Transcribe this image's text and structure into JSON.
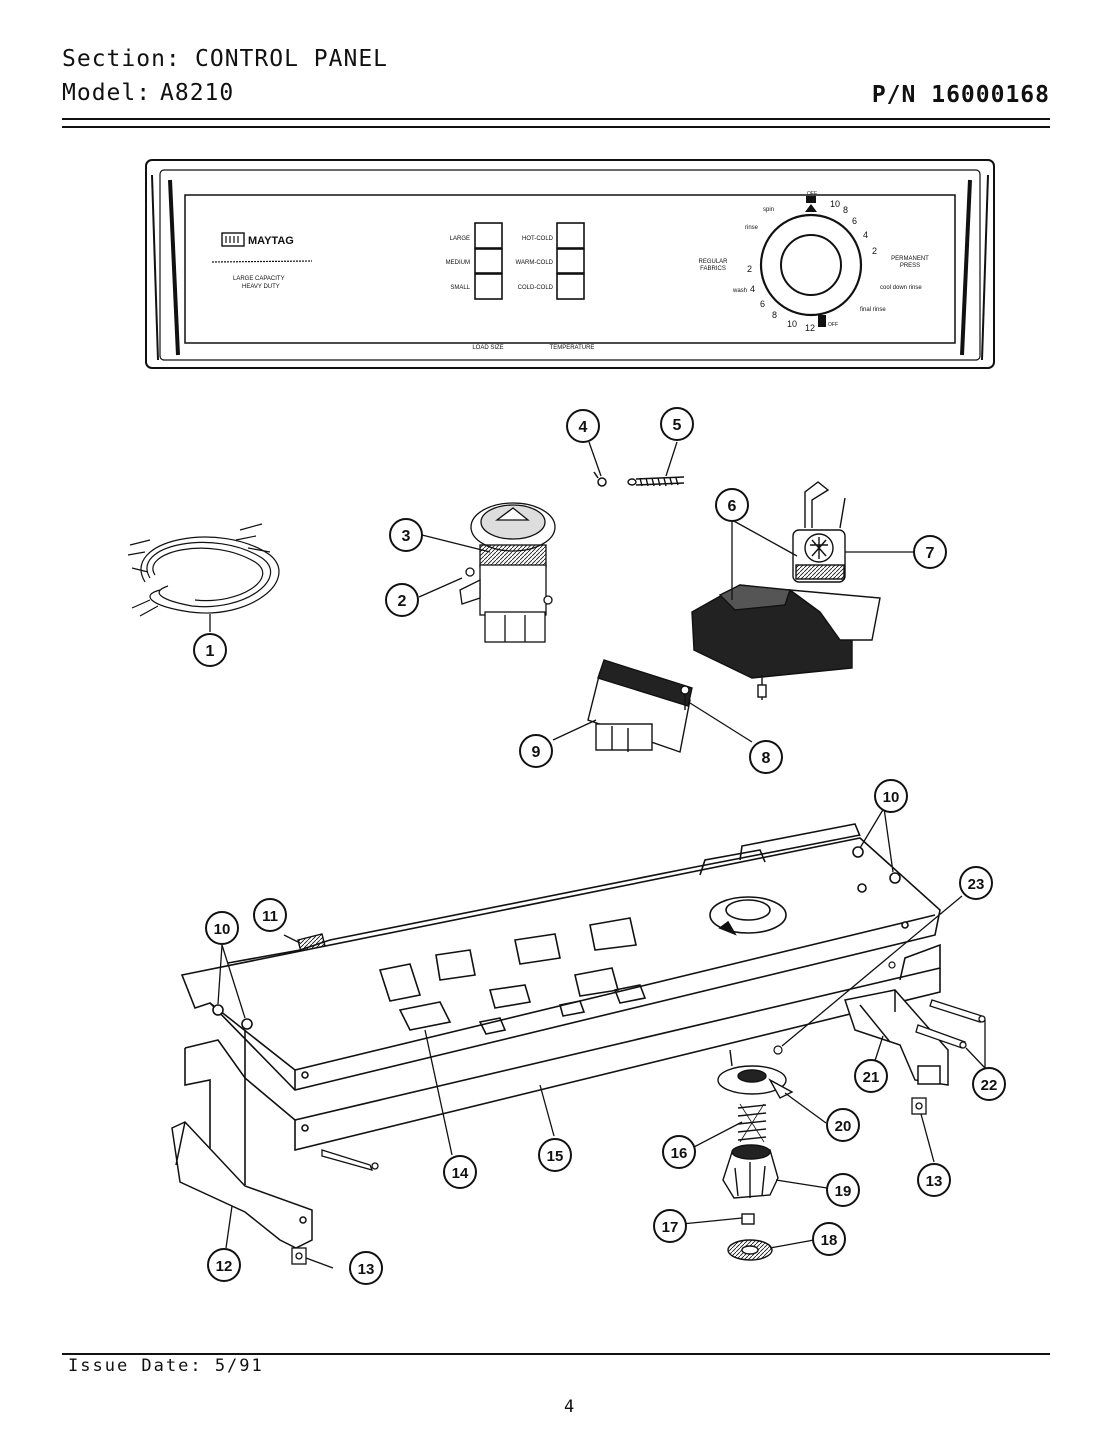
{
  "header": {
    "section_label": "Section:",
    "section_value": "CONTROL PANEL",
    "model_label": "Model:",
    "model_value": "A8210",
    "part_number": "P/N 16000168"
  },
  "panel": {
    "brand": "MAYTAG",
    "subtitle_1": "LARGE CAPACITY",
    "subtitle_2": "HEAVY DUTY",
    "load_sizes": [
      "LARGE",
      "MEDIUM",
      "SMALL"
    ],
    "temperatures": [
      "HOT-COLD",
      "WARM-COLD",
      "COLD-COLD"
    ],
    "load_size_caption": "LOAD SIZE",
    "temperature_caption": "TEMPERATURE",
    "dial": {
      "off_top": "OFF",
      "off_bottom": "OFF",
      "left_label_1": "REGULAR",
      "left_label_2": "FABRICS",
      "right_label_1": "PERMANENT",
      "right_label_2": "PRESS",
      "rinse": "rinse",
      "spin": "spin",
      "wash": "wash",
      "cool_down_rinse": "cool down rinse",
      "final_rinse": "final rinse",
      "numbers_right": [
        "10",
        "8",
        "6",
        "4",
        "2"
      ],
      "numbers_left": [
        "2",
        "4",
        "6",
        "8",
        "10",
        "12"
      ]
    }
  },
  "callouts": [
    "1",
    "2",
    "3",
    "4",
    "5",
    "6",
    "7",
    "8",
    "9",
    "10",
    "10",
    "11",
    "12",
    "13",
    "13",
    "14",
    "15",
    "16",
    "17",
    "18",
    "19",
    "20",
    "21",
    "22",
    "23"
  ],
  "footer": {
    "issue_date": "Issue Date: 5/91",
    "page_number": "4"
  },
  "colors": {
    "ink": "#111111",
    "paper": "#ffffff",
    "shade": "#d8d8d8"
  }
}
